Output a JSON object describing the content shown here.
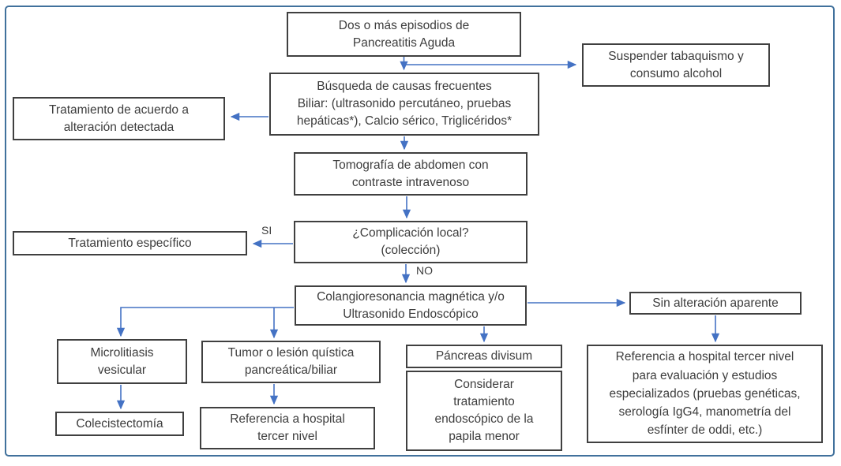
{
  "flowchart": {
    "type": "flowchart",
    "language": "es",
    "colors": {
      "arrow_color": "#4472c4",
      "frame_color": "#41719c",
      "box_border": "#404040",
      "text_color": "#3d3d3d"
    },
    "edge_labels": {
      "si": "SI",
      "no": "NO"
    },
    "nodes": {
      "episodios": {
        "label": "Dos o más episodios de\nPancreatitis Aguda"
      },
      "suspender": {
        "label": "Suspender tabaquismo y\nconsumo alcohol"
      },
      "busqueda": {
        "label": "Búsqueda de causas frecuentes\nBiliar: (ultrasonido percutáneo, pruebas\nhepáticas*), Calcio sérico, Triglicéridos*"
      },
      "tratamiento_acuerdo": {
        "label": "Tratamiento de acuerdo a\nalteración detectada"
      },
      "tomografia": {
        "label": "Tomografía de abdomen con\ncontraste intravenoso"
      },
      "complicacion": {
        "label": "¿Complicación local?\n(colección)"
      },
      "tratamiento_especifico": {
        "label": "Tratamiento específico"
      },
      "colangio": {
        "label": "Colangioresonancia magnética y/o\nUltrasonido Endoscópico"
      },
      "sin_alteracion": {
        "label": "Sin alteración aparente"
      },
      "microlitiasis": {
        "label": "Microlitiasis\nvesicular"
      },
      "colecistectomia": {
        "label": "Colecistectomía"
      },
      "tumor": {
        "label": "Tumor o lesión quística\npancreática/biliar"
      },
      "referencia_hospital": {
        "label": "Referencia a hospital\ntercer nivel"
      },
      "pancreas_divisum": {
        "label": "Páncreas divisum"
      },
      "considerar": {
        "label": "Considerar\ntratamiento\nendoscópico de la\npapila menor"
      },
      "referencia_especializada": {
        "label": "Referencia a hospital tercer nivel\npara evaluación y estudios\nespecializados (pruebas genéticas,\nserología IgG4, manometría del\nesfínter de oddi, etc.)"
      }
    }
  }
}
